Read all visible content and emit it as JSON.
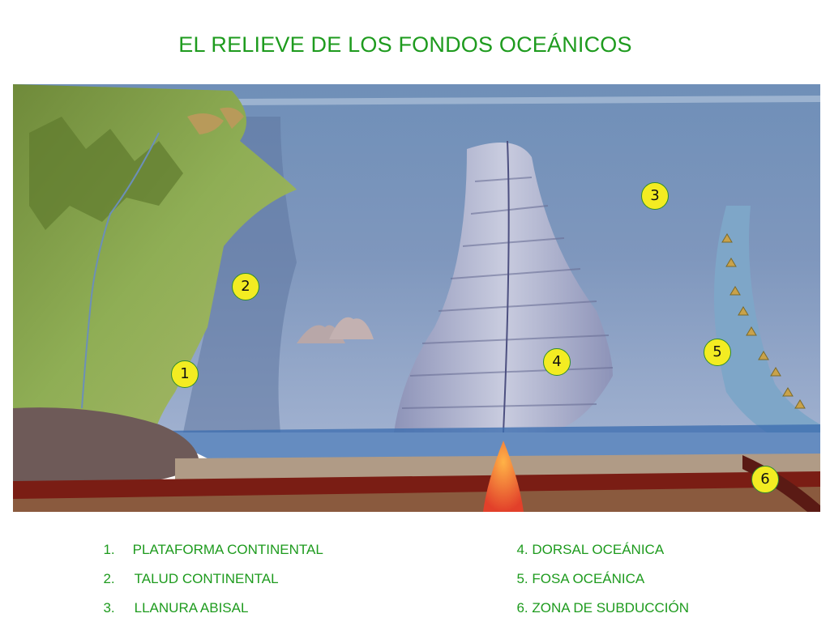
{
  "title": "EL RELIEVE DE LOS FONDOS OCEÁNICOS",
  "markers": [
    "1",
    "2",
    "3",
    "4",
    "5",
    "6"
  ],
  "legend": {
    "left": [
      {
        "num": "1.",
        "label": "PLATAFORMA CONTINENTAL"
      },
      {
        "num": "2.",
        "label": "TALUD CONTINENTAL"
      },
      {
        "num": "3.",
        "label": "LLANURA ABISAL"
      }
    ],
    "right": [
      {
        "num": "4.",
        "label": "DORSAL OCEÁNICA"
      },
      {
        "num": "5.",
        "label": "FOSA OCEÁNICA"
      },
      {
        "num": "6.",
        "label": "ZONA DE SUBDUCCIÓN"
      }
    ]
  },
  "colors": {
    "title": "#1e9b1e",
    "marker_fill": "#f3ec22",
    "ocean": "#5f7fa8",
    "land": "#7fa04a",
    "magma": "#e2502a"
  }
}
